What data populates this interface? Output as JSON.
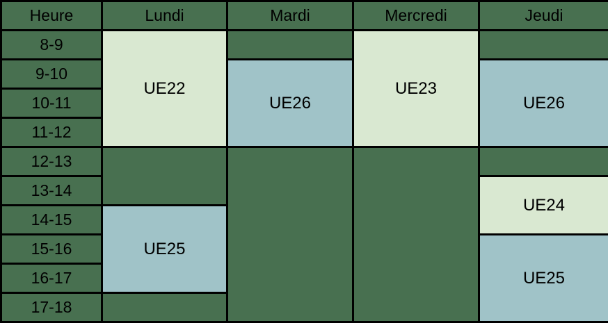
{
  "table": {
    "headers": [
      "Heure",
      "Lundi",
      "Mardi",
      "Mercredi",
      "Jeudi"
    ],
    "times": [
      "8-9",
      "9-10",
      "10-11",
      "11-12",
      "12-13",
      "13-14",
      "14-15",
      "15-16",
      "16-17",
      "17-18"
    ]
  },
  "courses": {
    "ue22_lundi": {
      "label": "UE22",
      "day": "Lundi",
      "time_start": "8-9",
      "time_end": "11-12",
      "color": "#D9E8D1"
    },
    "ue26_mardi": {
      "label": "UE26",
      "day": "Mardi",
      "time_start": "9-10",
      "time_end": "11-12",
      "color": "#A0C3C8"
    },
    "ue23_mercredi": {
      "label": "UE23",
      "day": "Mercredi",
      "time_start": "8-9",
      "time_end": "11-12",
      "color": "#D9E8D1"
    },
    "ue26_jeudi": {
      "label": "UE26",
      "day": "Jeudi",
      "time_start": "9-10",
      "time_end": "11-12",
      "color": "#A0C3C8"
    },
    "ue25_lundi": {
      "label": "UE25",
      "day": "Lundi",
      "time_start": "14-15",
      "time_end": "16-17",
      "color": "#A0C3C8"
    },
    "ue24_jeudi": {
      "label": "UE24",
      "day": "Jeudi",
      "time_start": "13-14",
      "time_end": "14-15",
      "color": "#D9E8D1"
    },
    "ue25_jeudi": {
      "label": "UE25",
      "day": "Jeudi",
      "time_start": "15-16",
      "time_end": "17-18",
      "color": "#A0C3C8"
    }
  },
  "colors": {
    "table_background": "#487050",
    "course_light_green": "#D9E8D1",
    "course_blue": "#A0C3C8",
    "border": "#000000",
    "text": "#000000"
  }
}
